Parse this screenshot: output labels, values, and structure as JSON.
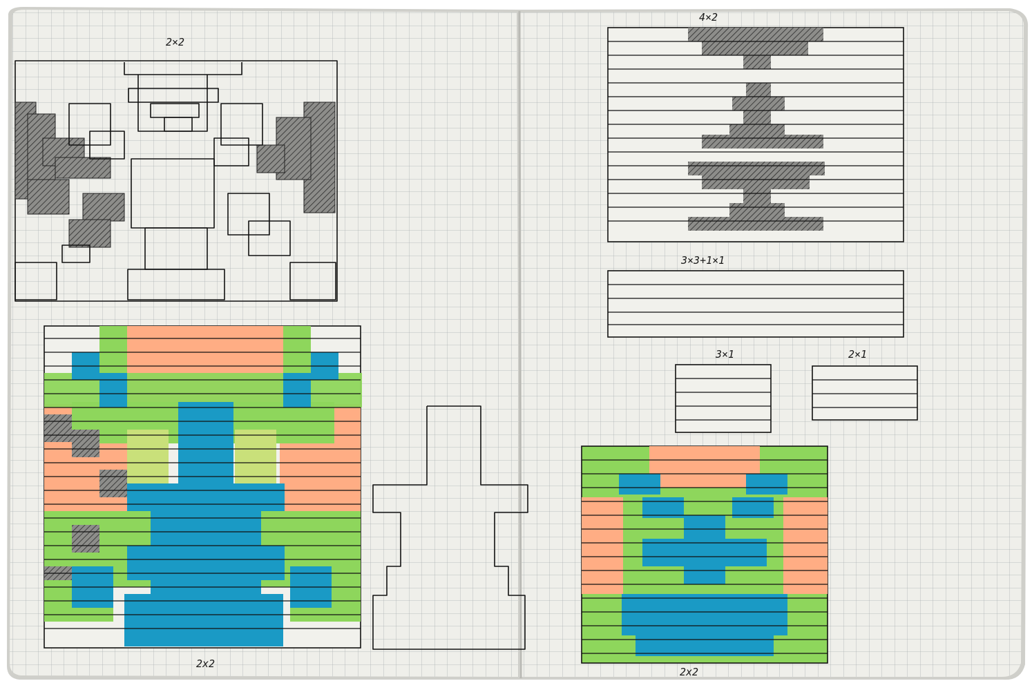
{
  "notebook": {
    "labels": {
      "top_left_title": "2×2",
      "bottom_left_caption": "2x2",
      "top_right_title": "4×2",
      "middle_right_title": "3×3+1×1",
      "small_left_title": "3×1",
      "small_right_title": "2×1",
      "bottom_right_caption": "2x2"
    },
    "colors": {
      "paper": "#efefea",
      "grid_line": "#a9b0b0",
      "ink": "#111111",
      "orange": "#ffad84",
      "green": "#8ed65c",
      "blue": "#1a9ac5",
      "yellow_green": "#c9e07a",
      "hatch": "#333333"
    }
  }
}
